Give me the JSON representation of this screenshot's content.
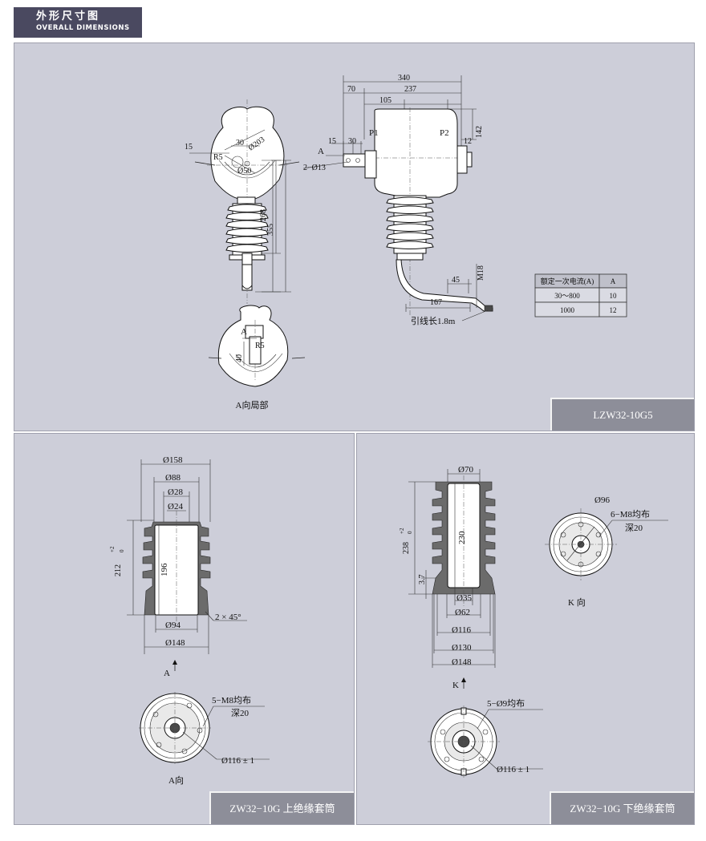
{
  "header": {
    "title_cn": "外形尺寸图",
    "title_en": "OVERALL DIMENSIONS"
  },
  "top_panel": {
    "caption": "LZW32-10G5",
    "front_dims": {
      "d203": "Ø203",
      "d30": "30",
      "d15": "15",
      "r5": "R5",
      "d50": "Ø50",
      "d268": "268",
      "d355": "355"
    },
    "side_dims": {
      "d340": "340",
      "d70": "70",
      "d237": "237",
      "d105": "105",
      "d142": "142",
      "d15": "15",
      "d30": "30",
      "d12": "12",
      "p1": "P1",
      "p2": "P2",
      "a": "A",
      "holes": "2−Ø13",
      "m18": "M18",
      "d45": "45",
      "d167": "167",
      "lead": "引线长1.8m"
    },
    "detail": {
      "label_a": "A",
      "r5": "R5",
      "d40": "40",
      "caption": "A向局部"
    },
    "table": {
      "header_current": "额定一次电流(A)",
      "header_a": "A",
      "rows": [
        {
          "current": "30～800",
          "a": "10"
        },
        {
          "current": "1000",
          "a": "12"
        }
      ]
    }
  },
  "bottom_left": {
    "caption": "ZW32−10G 上绝缘套筒",
    "dims": {
      "d158": "Ø158",
      "d88": "Ø88",
      "d28": "Ø28",
      "d24": "Ø24",
      "h212": "212",
      "tol": "+2",
      "tol0": "0",
      "h196": "196",
      "d94": "Ø94",
      "chamfer": "2 × 45°",
      "d148": "Ø148",
      "view_a": "A",
      "holes": "5−M8均布",
      "depth": "深20",
      "d116": "Ø116 ± 1",
      "view_caption": "A向"
    }
  },
  "bottom_right": {
    "caption": "ZW32−10G 下绝缘套筒",
    "dims": {
      "d70": "Ø70",
      "h238": "238",
      "tol": "+2",
      "tol0": "0",
      "h230": "230",
      "h37": "3.7",
      "d35": "Ø35",
      "d62": "Ø62",
      "d116": "Ø116",
      "d130": "Ø130",
      "d148": "Ø148",
      "view_k": "K",
      "d96": "Ø96",
      "holes_top": "6−M8均布",
      "depth": "深20",
      "k_caption": "K  向",
      "holes_bottom": "5−Ø9均布",
      "d116b": "Ø116 ± 1"
    }
  }
}
